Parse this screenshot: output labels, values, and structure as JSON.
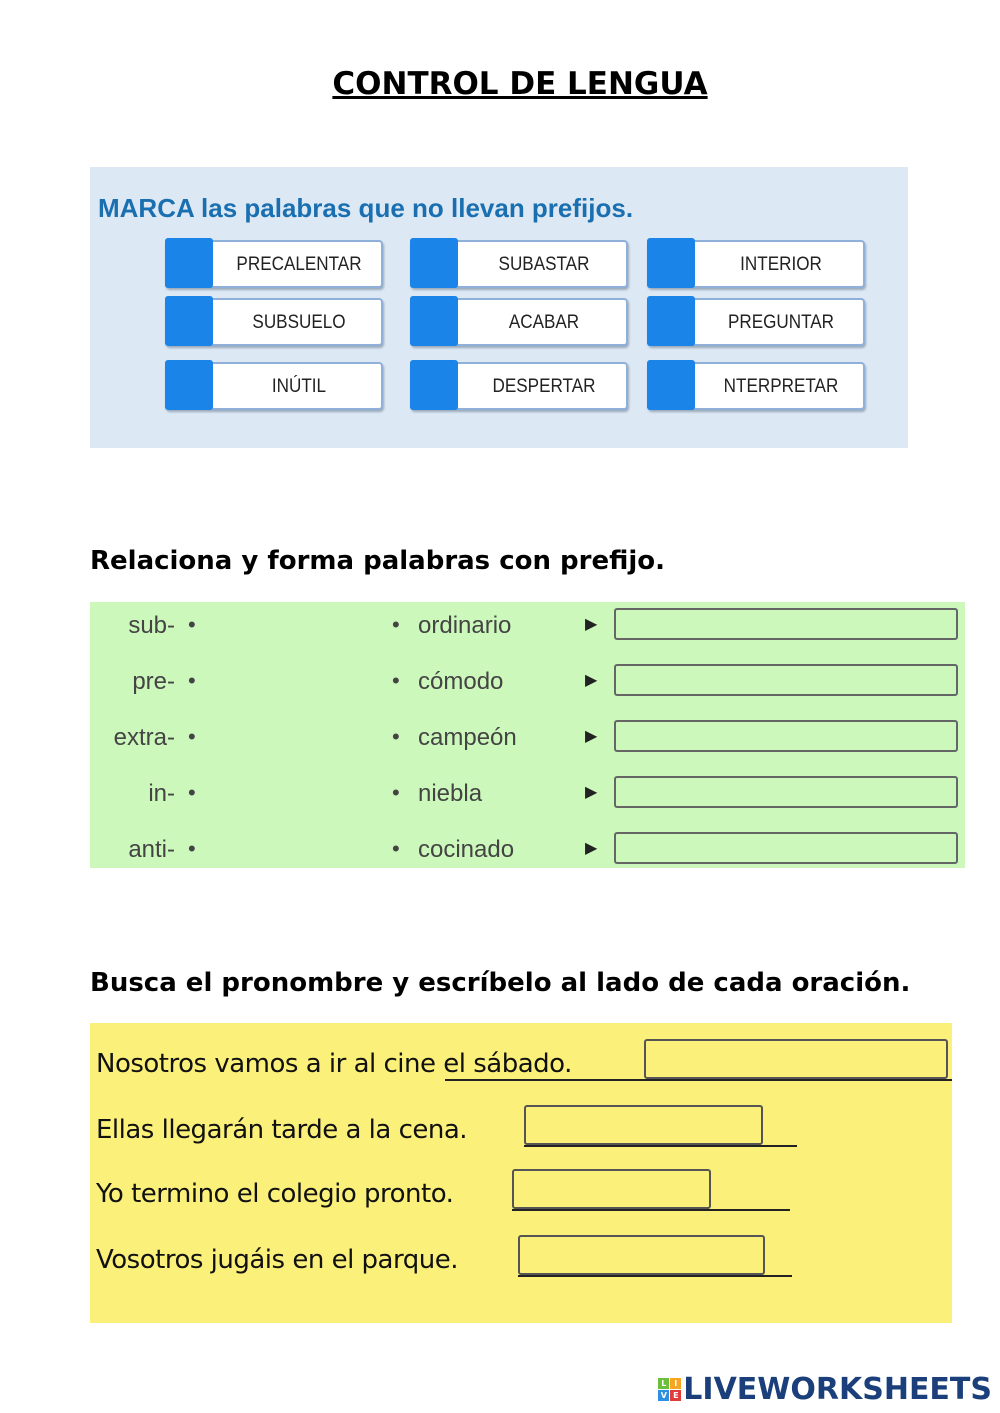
{
  "title": "CONTROL DE LENGUA",
  "exercise1": {
    "instruction": "MARCA las palabras que no llevan prefijos.",
    "options": [
      "PRECALENTAR",
      "SUBASTAR",
      "INTERIOR",
      "SUBSUELO",
      "ACABAR",
      "PREGUNTAR",
      "INÚTIL",
      "DESPERTAR",
      "NTERPRETAR"
    ],
    "checkbox_color": "#1a84e8"
  },
  "exercise2": {
    "instruction": "Relaciona y forma palabras con prefijo.",
    "prefixes": [
      "sub-",
      "pre-",
      "extra-",
      "in-",
      "anti-"
    ],
    "words": [
      "ordinario",
      "cómodo",
      "campeón",
      "niebla",
      "cocinado"
    ],
    "answers": [
      "",
      "",
      "",
      "",
      ""
    ]
  },
  "exercise3": {
    "instruction": "Busca el pronombre y escríbelo al lado de cada oración.",
    "sentences": [
      "Nosotros vamos a ir al cine el sábado.",
      "Ellas llegarán tarde a la cena.",
      "Yo termino el colegio pronto.",
      "Vosotros jugáis en el parque."
    ],
    "answers": [
      "",
      "",
      "",
      ""
    ]
  },
  "logo": {
    "text": "LIVEWORKSHEETS",
    "badge": [
      "L",
      "I",
      "V",
      "E"
    ]
  }
}
